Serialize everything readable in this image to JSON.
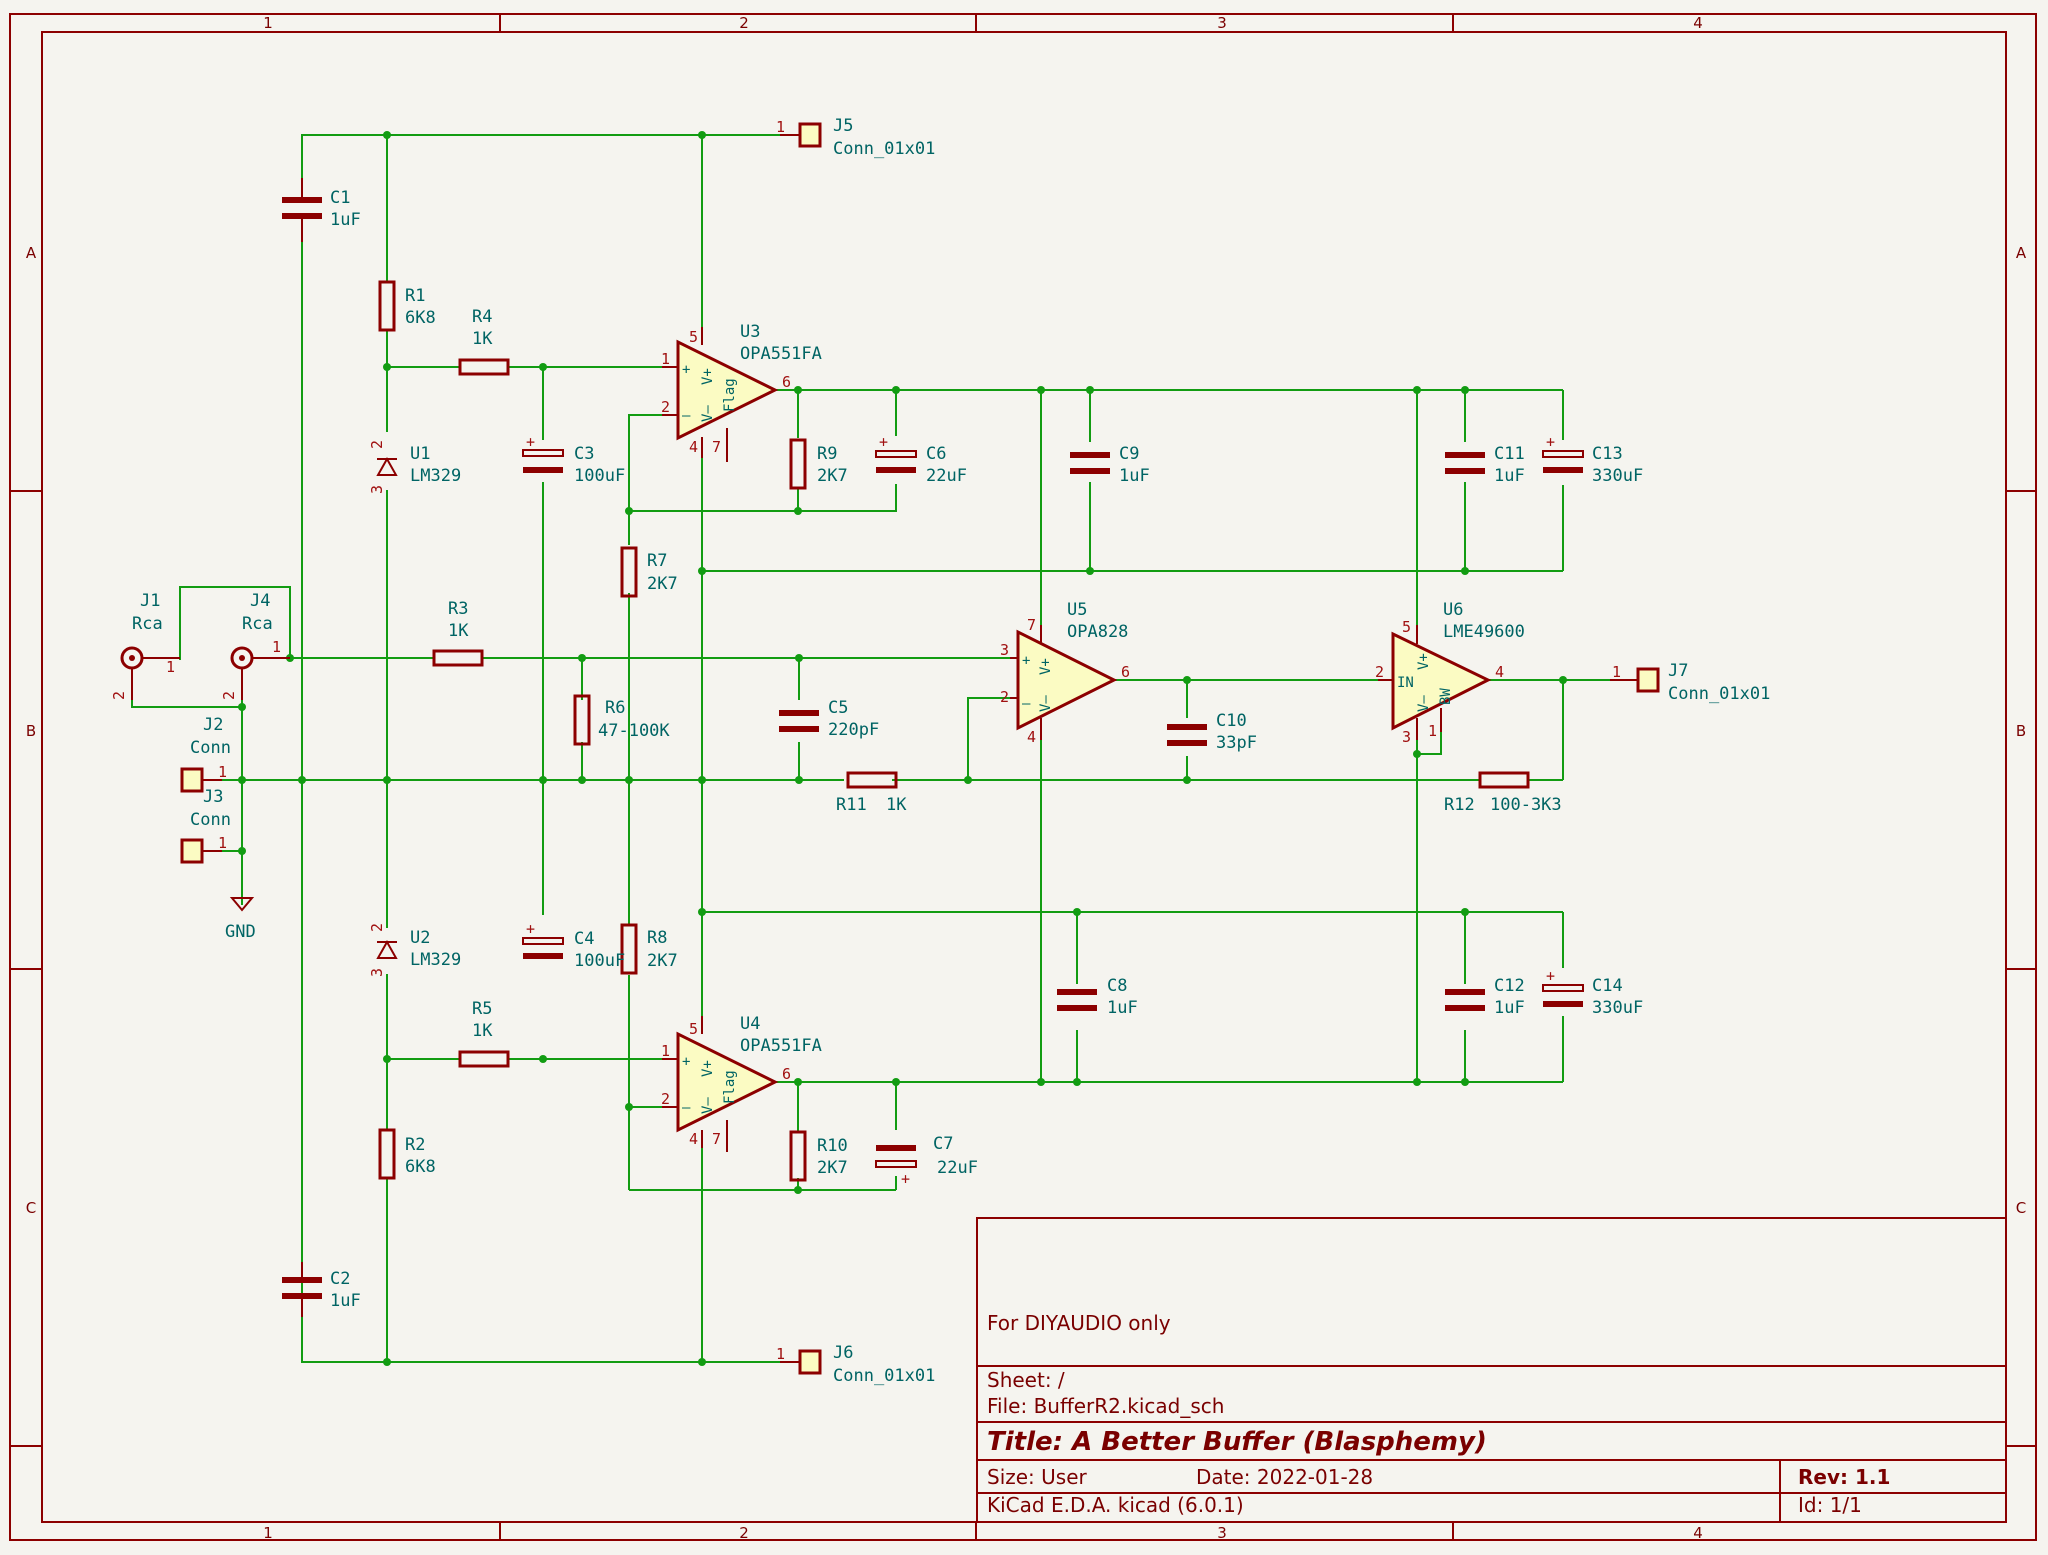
{
  "frame": {
    "columns": [
      "1",
      "2",
      "3",
      "4"
    ],
    "rows": [
      "A",
      "B",
      "C"
    ]
  },
  "title_block": {
    "comment": "For DIYAUDIO only",
    "sheet": "Sheet: /",
    "file": "File: BufferR2.kicad_sch",
    "title": "Title: A Better Buffer (Blasphemy)",
    "size": "Size: User",
    "date": "Date: 2022-01-28",
    "rev": "Rev: 1.1",
    "tool": "KiCad E.D.A.  kicad (6.0.1)",
    "id": "Id: 1/1"
  },
  "opamps": {
    "U3": {
      "ref": "U3",
      "value": "OPA551FA",
      "pins": [
        "1",
        "2",
        "5",
        "4",
        "7",
        "6"
      ],
      "inner": [
        "+",
        "–",
        "V+",
        "V–",
        "Flag"
      ]
    },
    "U4": {
      "ref": "U4",
      "value": "OPA551FA",
      "pins": [
        "1",
        "2",
        "5",
        "4",
        "7",
        "6"
      ],
      "inner": [
        "+",
        "–",
        "V+",
        "V–",
        "Flag"
      ]
    },
    "U5": {
      "ref": "U5",
      "value": "OPA828",
      "pins": [
        "3",
        "2",
        "7",
        "4",
        "6"
      ],
      "inner": [
        "+",
        "–",
        "V+",
        "V–"
      ]
    },
    "U6": {
      "ref": "U6",
      "value": "LME49600",
      "pins": [
        "2",
        "5",
        "3",
        "1",
        "4"
      ],
      "inner": [
        "IN",
        "V+",
        "V–",
        "BW"
      ]
    }
  },
  "regulators": {
    "U1": {
      "ref": "U1",
      "value": "LM329",
      "pins": [
        "2",
        "3"
      ]
    },
    "U2": {
      "ref": "U2",
      "value": "LM329",
      "pins": [
        "2",
        "3"
      ]
    }
  },
  "resistors": {
    "R1": {
      "ref": "R1",
      "value": "6K8"
    },
    "R2": {
      "ref": "R2",
      "value": "6K8"
    },
    "R3": {
      "ref": "R3",
      "value": "1K"
    },
    "R4": {
      "ref": "R4",
      "value": "1K"
    },
    "R5": {
      "ref": "R5",
      "value": "1K"
    },
    "R6": {
      "ref": "R6",
      "value": "47-100K"
    },
    "R7": {
      "ref": "R7",
      "value": "2K7"
    },
    "R8": {
      "ref": "R8",
      "value": "2K7"
    },
    "R9": {
      "ref": "R9",
      "value": "2K7"
    },
    "R10": {
      "ref": "R10",
      "value": "2K7"
    },
    "R11": {
      "ref": "R11",
      "value": "1K"
    },
    "R12": {
      "ref": "R12",
      "value": "100-3K3"
    }
  },
  "capacitors": {
    "C1": {
      "ref": "C1",
      "value": "1uF"
    },
    "C2": {
      "ref": "C2",
      "value": "1uF"
    },
    "C3": {
      "ref": "C3",
      "value": "100uF",
      "polarity": "+"
    },
    "C4": {
      "ref": "C4",
      "value": "100uF",
      "polarity": "+"
    },
    "C5": {
      "ref": "C5",
      "value": "220pF"
    },
    "C6": {
      "ref": "C6",
      "value": "22uF",
      "polarity": "+"
    },
    "C7": {
      "ref": "C7",
      "value": "22uF",
      "polarity": "+"
    },
    "C8": {
      "ref": "C8",
      "value": "1uF"
    },
    "C9": {
      "ref": "C9",
      "value": "1uF"
    },
    "C10": {
      "ref": "C10",
      "value": "33pF"
    },
    "C11": {
      "ref": "C11",
      "value": "1uF"
    },
    "C12": {
      "ref": "C12",
      "value": "1uF"
    },
    "C13": {
      "ref": "C13",
      "value": "330uF",
      "polarity": "+"
    },
    "C14": {
      "ref": "C14",
      "value": "330uF",
      "polarity": "+"
    }
  },
  "connectors": {
    "J1": {
      "ref": "J1",
      "value": "Rca",
      "pins": [
        "1",
        "2"
      ]
    },
    "J4": {
      "ref": "J4",
      "value": "Rca",
      "pins": [
        "1",
        "2"
      ]
    },
    "J2": {
      "ref": "J2",
      "value": "Conn",
      "pin": "1"
    },
    "J3": {
      "ref": "J3",
      "value": "Conn",
      "pin": "1"
    },
    "J5": {
      "ref": "J5",
      "value": "Conn_01x01",
      "pin": "1"
    },
    "J6": {
      "ref": "J6",
      "value": "Conn_01x01",
      "pin": "1"
    },
    "J7": {
      "ref": "J7",
      "value": "Conn_01x01",
      "pin": "1"
    }
  },
  "power": {
    "gnd": "GND"
  },
  "colors": {
    "background": "#f5f4ef",
    "wire": "#129c12",
    "component": "#8c0000",
    "label": "#006464",
    "opamp_fill": "#fbfbc3",
    "frame": "#8c0000"
  }
}
